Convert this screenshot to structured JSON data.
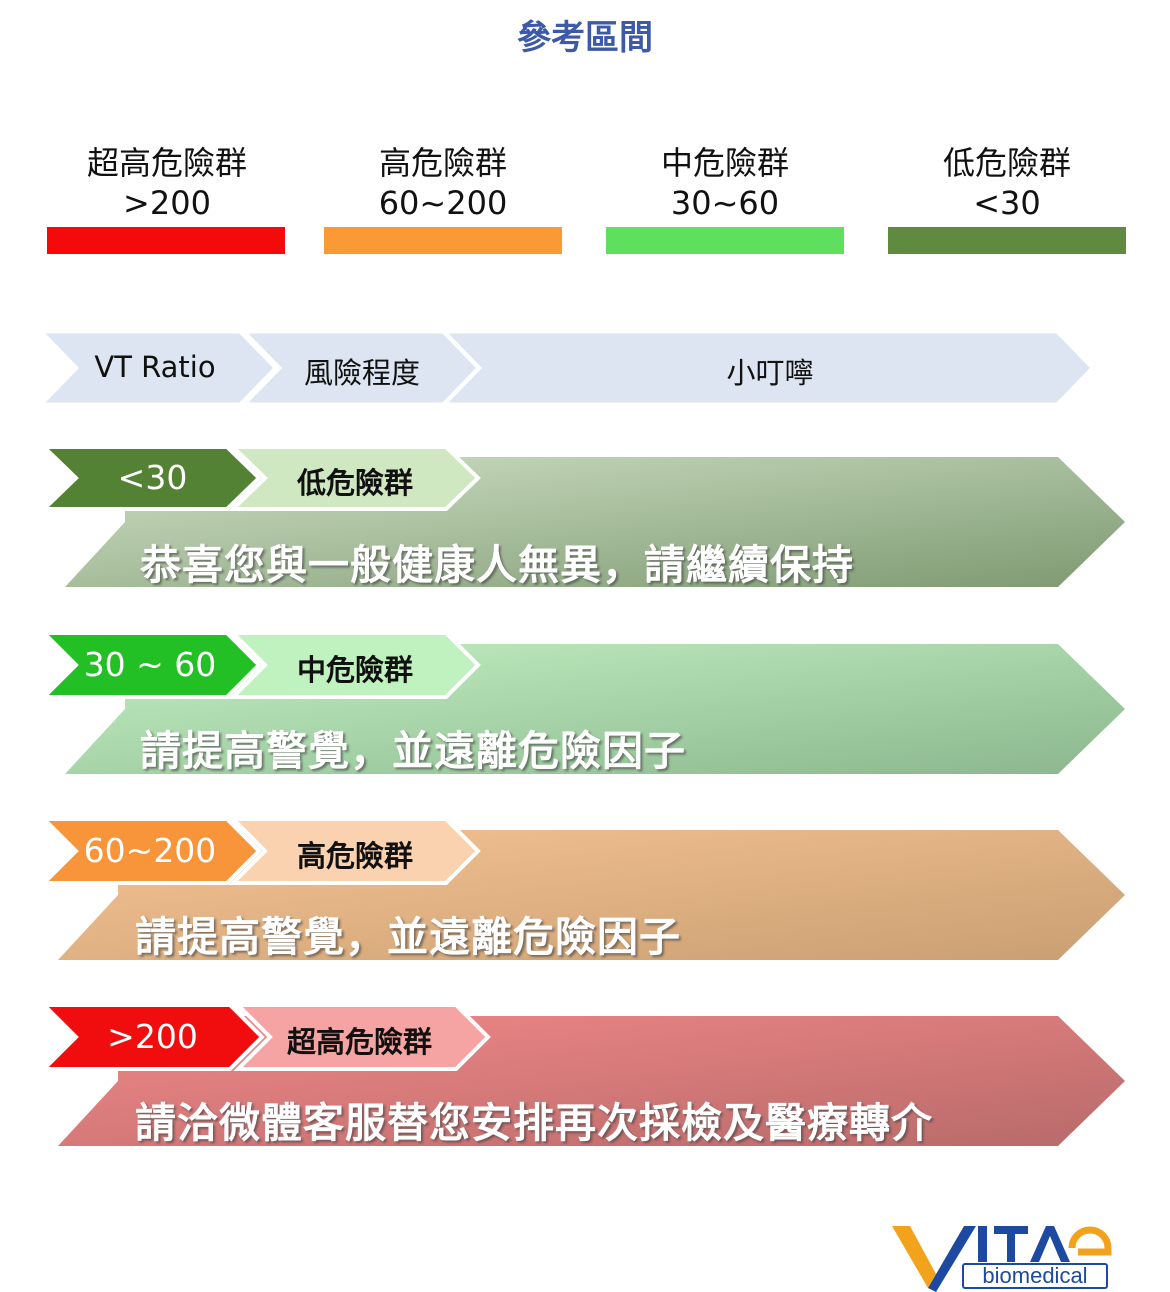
{
  "title": "參考區間",
  "legend": [
    {
      "name": "超高危險群",
      "range": ">200",
      "color": "#f40a0a"
    },
    {
      "name": "高危險群",
      "range": "60~200",
      "color": "#fb9a35"
    },
    {
      "name": "中危險群",
      "range": "30~60",
      "color": "#5edf5e"
    },
    {
      "name": "低危險群",
      "range": "<30",
      "color": "#5f8a40"
    }
  ],
  "header": {
    "col1": "VT Ratio",
    "col2": "風險程度",
    "col3": "小叮嚀",
    "color": "#dce5f1"
  },
  "rows": [
    {
      "value": "<30",
      "level": "低危險群",
      "message": "恭喜您與一般健康人無異，請繼續保持",
      "tag_color": "#548235",
      "level_color": "#d0e8c2",
      "arrow_light": "#cfe0c5",
      "arrow_dark": "#7e9a72"
    },
    {
      "value": "30 ~ 60",
      "level": "中危險群",
      "message": "請提高警覺，並遠離危險因子",
      "tag_color": "#22c024",
      "level_color": "#bff2bf",
      "arrow_light": "#c2f0c2",
      "arrow_dark": "#8cb78e"
    },
    {
      "value": "60~200",
      "level": "高危險群",
      "message": "請提高警覺，並遠離危險因子",
      "tag_color": "#f8943a",
      "level_color": "#fbd2b0",
      "arrow_light": "#f6c394",
      "arrow_dark": "#c99f72"
    },
    {
      "value": ">200",
      "level": "超高危險群",
      "message": "請洽微體客服替您安排再次採檢及醫療轉介",
      "tag_color": "#f10d0d",
      "level_color": "#f6a3a3",
      "arrow_light": "#f28888",
      "arrow_dark": "#b86a6a"
    }
  ],
  "logo": {
    "wordmark": "VITAe",
    "sub": "biomedical",
    "blue": "#1d4aa0",
    "orange": "#f3a21b"
  }
}
